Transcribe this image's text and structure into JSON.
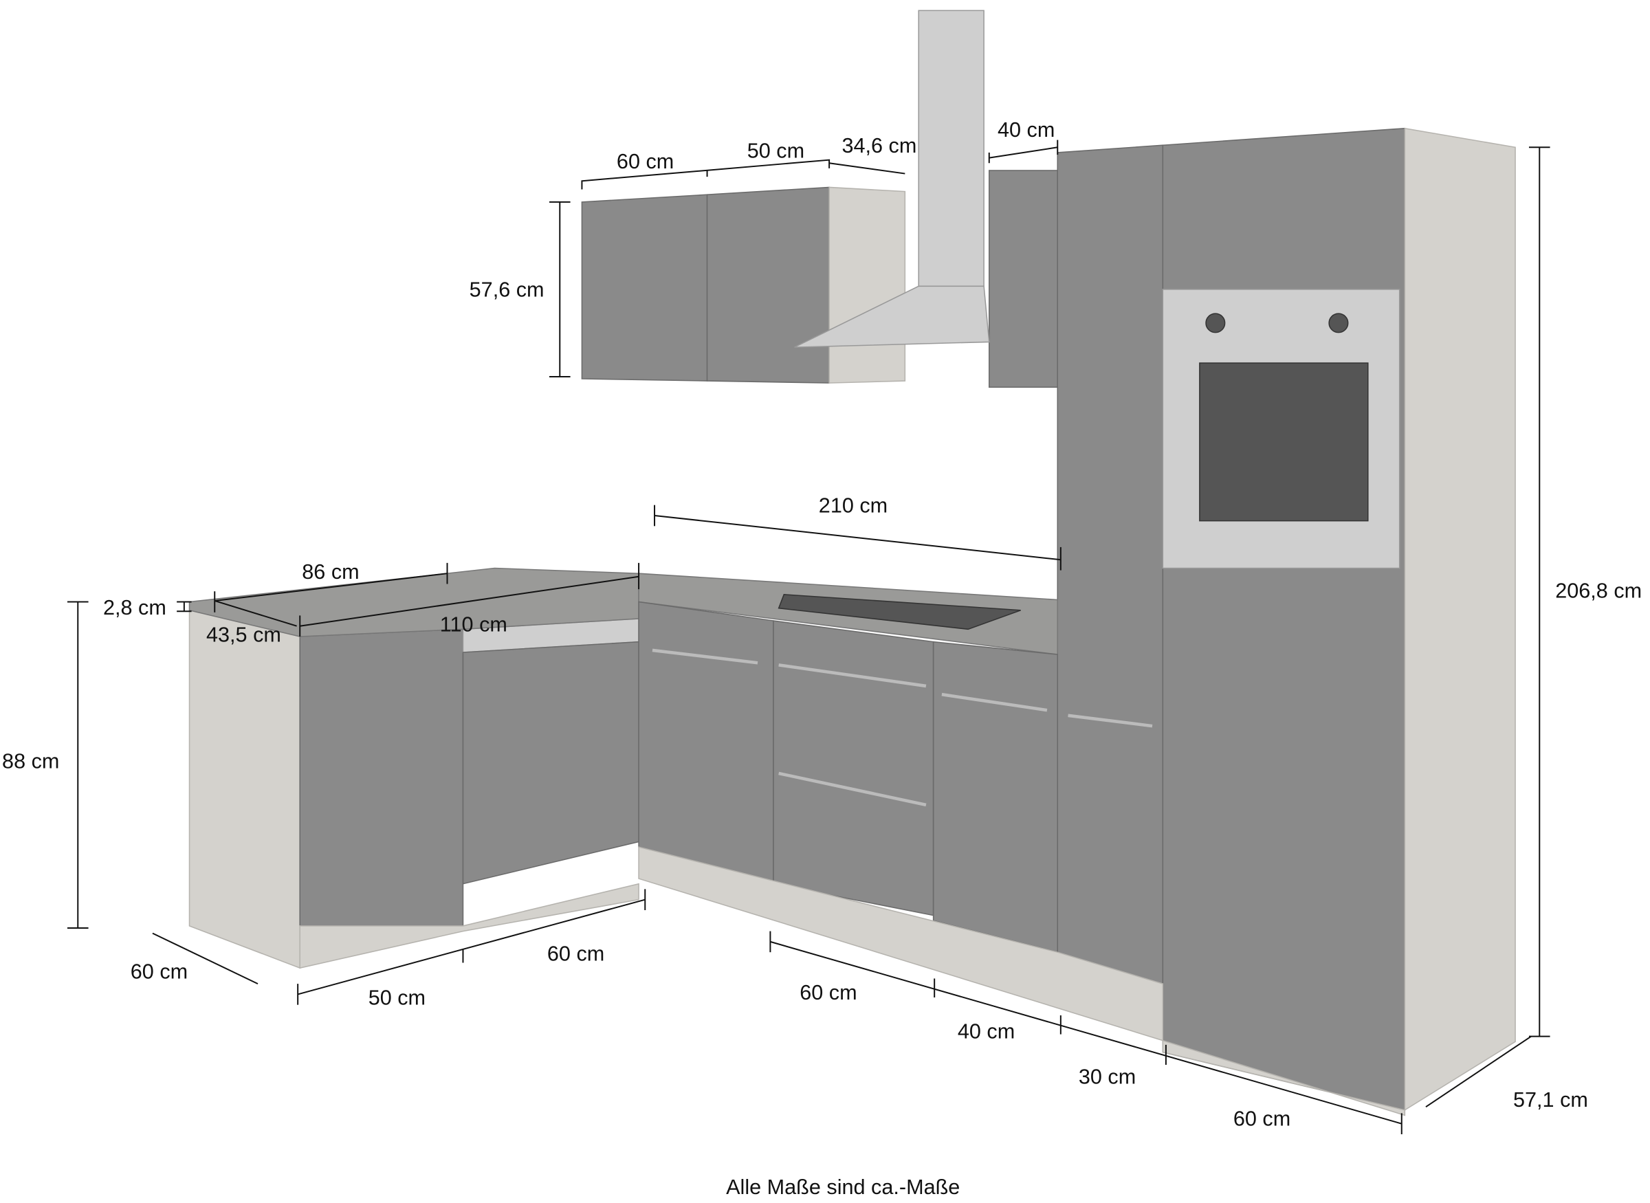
{
  "diagram": {
    "upper_cabinets": {
      "width_1": "60 cm",
      "width_2": "50 cm",
      "depth": "34,6 cm",
      "width_3": "40 cm",
      "height": "57,6 cm"
    },
    "countertop": {
      "length_right": "210 cm",
      "sink_width": "86 cm",
      "thickness": "2,8 cm",
      "sink_depth": "43,5 cm",
      "length_left": "110 cm"
    },
    "base": {
      "height": "88 cm",
      "depth_left": "60 cm",
      "width_left_1": "50 cm",
      "width_left_2": "60 cm",
      "width_right_1": "60 cm",
      "width_right_2": "40 cm",
      "width_right_3": "30 cm",
      "width_right_4": "60 cm"
    },
    "tall": {
      "height": "206,8 cm",
      "depth": "57,1 cm"
    },
    "footnote": "Alle Maße sind ca.-Maße"
  }
}
